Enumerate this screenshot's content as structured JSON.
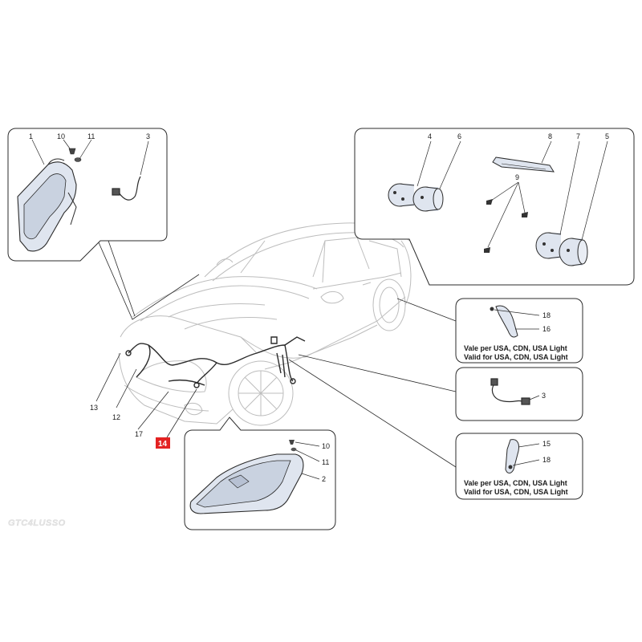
{
  "labels": {
    "n1": "1",
    "n10a": "10",
    "n11a": "11",
    "n3a": "3",
    "n4": "4",
    "n6": "6",
    "n8": "8",
    "n7": "7",
    "n5": "5",
    "n9": "9",
    "n18a": "18",
    "n16": "16",
    "n3b": "3",
    "n15": "15",
    "n18b": "18",
    "n10b": "10",
    "n11b": "11",
    "n2": "2",
    "n13": "13",
    "n12": "12",
    "n17": "17",
    "n14": "14"
  },
  "notes": {
    "note1_line1": "Vale per USA, CDN, USA Light",
    "note1_line2": "Valid for USA, CDN, USA Light",
    "note2_line1": "Vale per USA, CDN, USA Light",
    "note2_line2": "Valid for USA, CDN, USA Light"
  },
  "brand_logo": "GTC4LUSSO",
  "colors": {
    "highlight": "#e32222",
    "part_fill": "#dde3ee",
    "part_stroke": "#2a2a2a",
    "car_stroke": "#b9b9b9"
  }
}
